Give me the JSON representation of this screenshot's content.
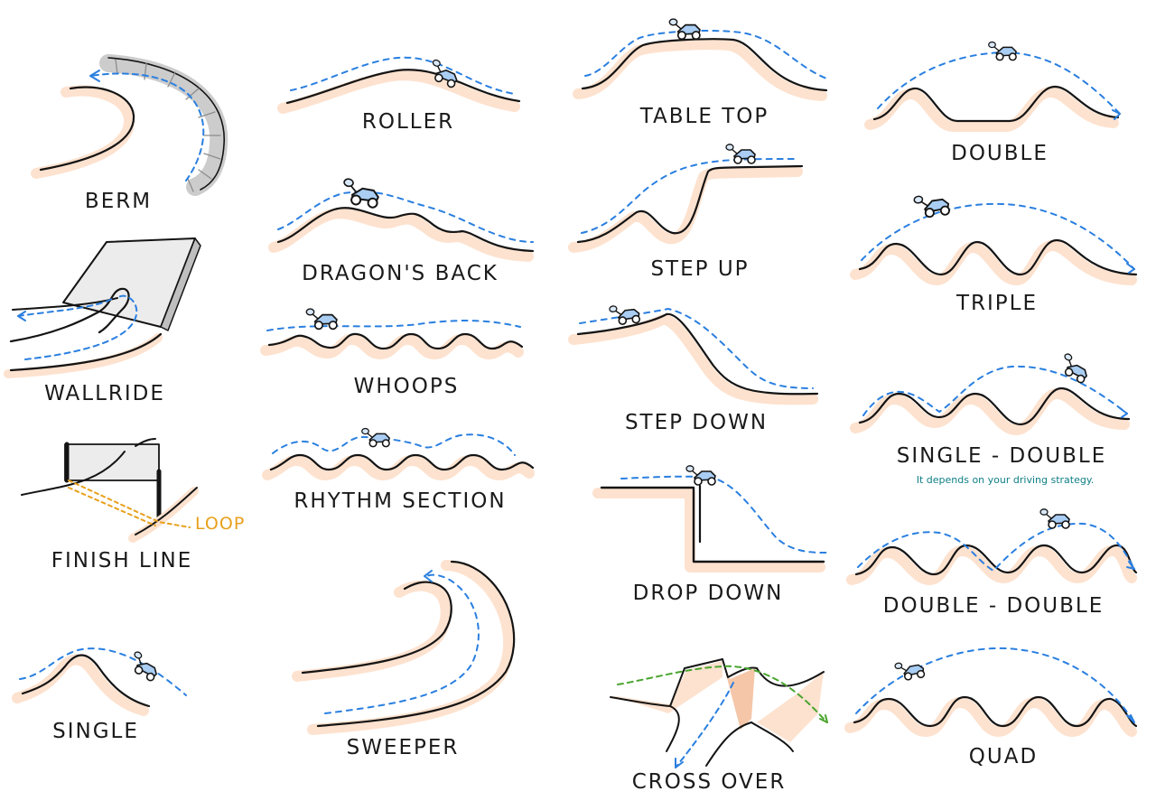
{
  "features": [
    {
      "id": "berm",
      "label": "BERM"
    },
    {
      "id": "wallride",
      "label": "WALLRIDE"
    },
    {
      "id": "finish-line",
      "label": "FINISH LINE",
      "annotation": "LOOP"
    },
    {
      "id": "single",
      "label": "SINGLE"
    },
    {
      "id": "roller",
      "label": "ROLLER"
    },
    {
      "id": "dragons-back",
      "label": "DRAGON'S BACK"
    },
    {
      "id": "whoops",
      "label": "WHOOPS"
    },
    {
      "id": "rhythm-section",
      "label": "RHYTHM SECTION"
    },
    {
      "id": "sweeper",
      "label": "SWEEPER"
    },
    {
      "id": "table-top",
      "label": "TABLE TOP"
    },
    {
      "id": "step-up",
      "label": "STEP UP"
    },
    {
      "id": "step-down",
      "label": "STEP DOWN"
    },
    {
      "id": "drop-down",
      "label": "DROP DOWN"
    },
    {
      "id": "cross-over",
      "label": "CROSS OVER"
    },
    {
      "id": "double",
      "label": "DOUBLE"
    },
    {
      "id": "triple",
      "label": "TRIPLE"
    },
    {
      "id": "single-double",
      "label": "SINGLE - DOUBLE",
      "note": "It depends on your driving strategy."
    },
    {
      "id": "double-double",
      "label": "DOUBLE - DOUBLE"
    },
    {
      "id": "quad",
      "label": "QUAD"
    }
  ],
  "colors": {
    "ground": "#fde2cf",
    "line": "#141414",
    "path": "#2a7fe0",
    "buggy": "#a9cdf3",
    "loop": "#e8a01c",
    "crossover": "#4aa52e",
    "note": "#0f7f86"
  },
  "icons": {
    "buggy": "rc-buggy-icon",
    "flag": "flag-icon"
  }
}
